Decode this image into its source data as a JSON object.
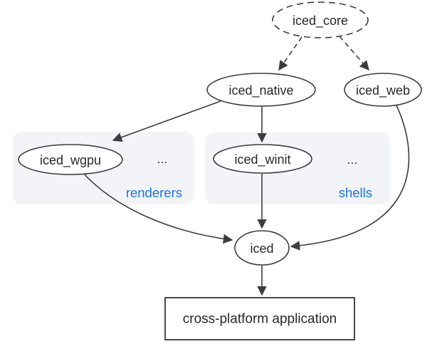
{
  "nodes": {
    "iced_core": {
      "label": "iced_core"
    },
    "iced_native": {
      "label": "iced_native"
    },
    "iced_web": {
      "label": "iced_web"
    },
    "iced_wgpu": {
      "label": "iced_wgpu"
    },
    "iced_winit": {
      "label": "iced_winit"
    },
    "iced": {
      "label": "iced"
    },
    "application": {
      "label": "cross-platform application"
    }
  },
  "groups": {
    "renderers": {
      "label": "renderers",
      "ellipsis": "..."
    },
    "shells": {
      "label": "shells",
      "ellipsis": "..."
    }
  },
  "edges": [
    {
      "from": "iced_core",
      "to": "iced_native",
      "style": "dashed"
    },
    {
      "from": "iced_core",
      "to": "iced_web",
      "style": "dashed"
    },
    {
      "from": "iced_native",
      "to": "iced_wgpu",
      "style": "solid"
    },
    {
      "from": "iced_native",
      "to": "iced_winit",
      "style": "solid"
    },
    {
      "from": "iced_wgpu",
      "to": "iced",
      "style": "solid"
    },
    {
      "from": "iced_winit",
      "to": "iced",
      "style": "solid"
    },
    {
      "from": "iced_web",
      "to": "iced",
      "style": "solid"
    },
    {
      "from": "iced",
      "to": "application",
      "style": "solid"
    }
  ],
  "colors": {
    "group_label_blue": "#1a73e8",
    "group_box_fill": "#f2f4f7",
    "stroke_dark": "#3a3d42",
    "text_dark": "#26282b",
    "node_fill": "#ffffff",
    "background": "#ffffff"
  }
}
